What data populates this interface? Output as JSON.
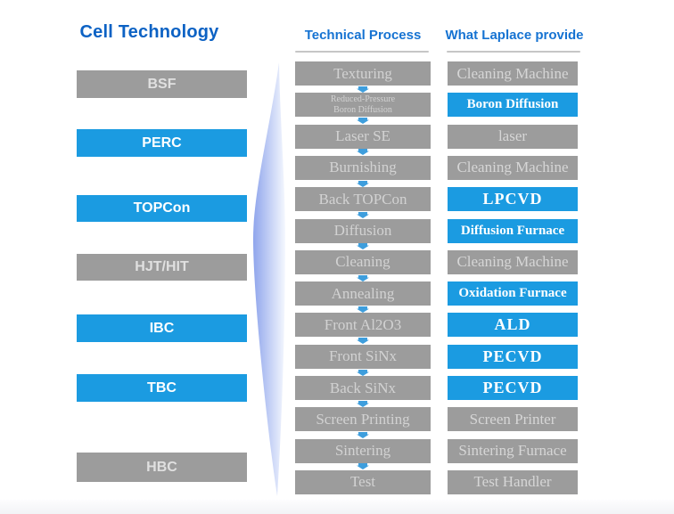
{
  "slide": {
    "left_column": {
      "title": "Cell Technology",
      "items": [
        {
          "label": "BSF",
          "variant": "gray"
        },
        {
          "label": "PERC",
          "variant": "blue"
        },
        {
          "label": "TOPCon",
          "variant": "blue"
        },
        {
          "label": "HJT/HIT",
          "variant": "gray"
        },
        {
          "label": "IBC",
          "variant": "blue"
        },
        {
          "label": "TBC",
          "variant": "blue"
        },
        {
          "label": "HBC",
          "variant": "gray"
        }
      ]
    },
    "middle_column": {
      "title": "Technical Process",
      "steps": [
        {
          "label": "Texturing"
        },
        {
          "label": "Reduced-Pressure Boron Diffusion",
          "lines": [
            "Reduced-Pressure",
            "Boron Diffusion"
          ]
        },
        {
          "label": "Laser SE"
        },
        {
          "label": "Burnishing"
        },
        {
          "label": "Back TOPCon"
        },
        {
          "label": "Diffusion"
        },
        {
          "label": "Cleaning"
        },
        {
          "label": "Annealing"
        },
        {
          "label": "Front Al2O3"
        },
        {
          "label": "Front SiNx"
        },
        {
          "label": "Back SiNx"
        },
        {
          "label": "Screen Printing"
        },
        {
          "label": "Sintering"
        },
        {
          "label": "Test"
        }
      ]
    },
    "right_column": {
      "title": "What Laplace provide",
      "items": [
        {
          "label": "Cleaning Machine",
          "variant": "gray"
        },
        {
          "label": "Boron Diffusion",
          "variant": "blue"
        },
        {
          "label": "laser",
          "variant": "gray"
        },
        {
          "label": "Cleaning Machine",
          "variant": "gray"
        },
        {
          "label": "LPCVD",
          "variant": "blue",
          "acronym": true
        },
        {
          "label": "Diffusion Furnace",
          "variant": "blue"
        },
        {
          "label": "Cleaning Machine",
          "variant": "gray"
        },
        {
          "label": "Oxidation Furnace",
          "variant": "blue"
        },
        {
          "label": "ALD",
          "variant": "blue",
          "acronym": true
        },
        {
          "label": "PECVD",
          "variant": "blue",
          "acronym": true
        },
        {
          "label": "PECVD",
          "variant": "blue",
          "acronym": true
        },
        {
          "label": "Screen Printer",
          "variant": "gray"
        },
        {
          "label": "Sintering Furnace",
          "variant": "gray"
        },
        {
          "label": "Test Handler",
          "variant": "gray"
        }
      ]
    },
    "colors": {
      "accent_blue_box": "#1b9be1",
      "title_blue": "#0c62c4",
      "header_blue": "#1673d2",
      "box_gray": "#9c9c9c",
      "gray_box_text": "#d2d2d2",
      "header_rule_gray": "#c6c6c6",
      "arrow_blue": "#3e9edd",
      "funnel_gradient_from": "#8fa5ec",
      "funnel_gradient_to": "#f5f8fe",
      "footer_strip": "#f2f3f6"
    }
  }
}
